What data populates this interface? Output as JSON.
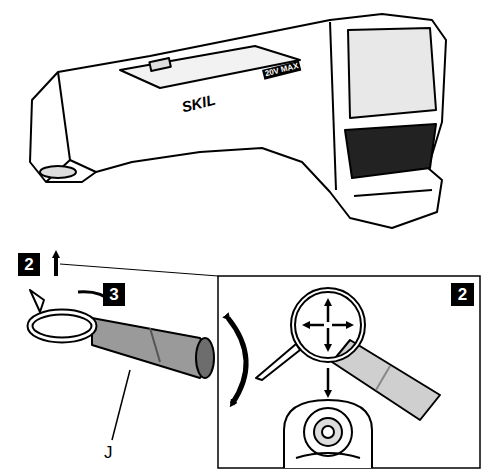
{
  "diagram": {
    "nodes": [
      {
        "text": [
          "2"
        ]
      },
      {
        "text": [
          "3"
        ]
      },
      {
        "text": [
          "2"
        ]
      }
    ],
    "labels": [
      "J",
      "SKIL",
      "20V MAX"
    ]
  }
}
